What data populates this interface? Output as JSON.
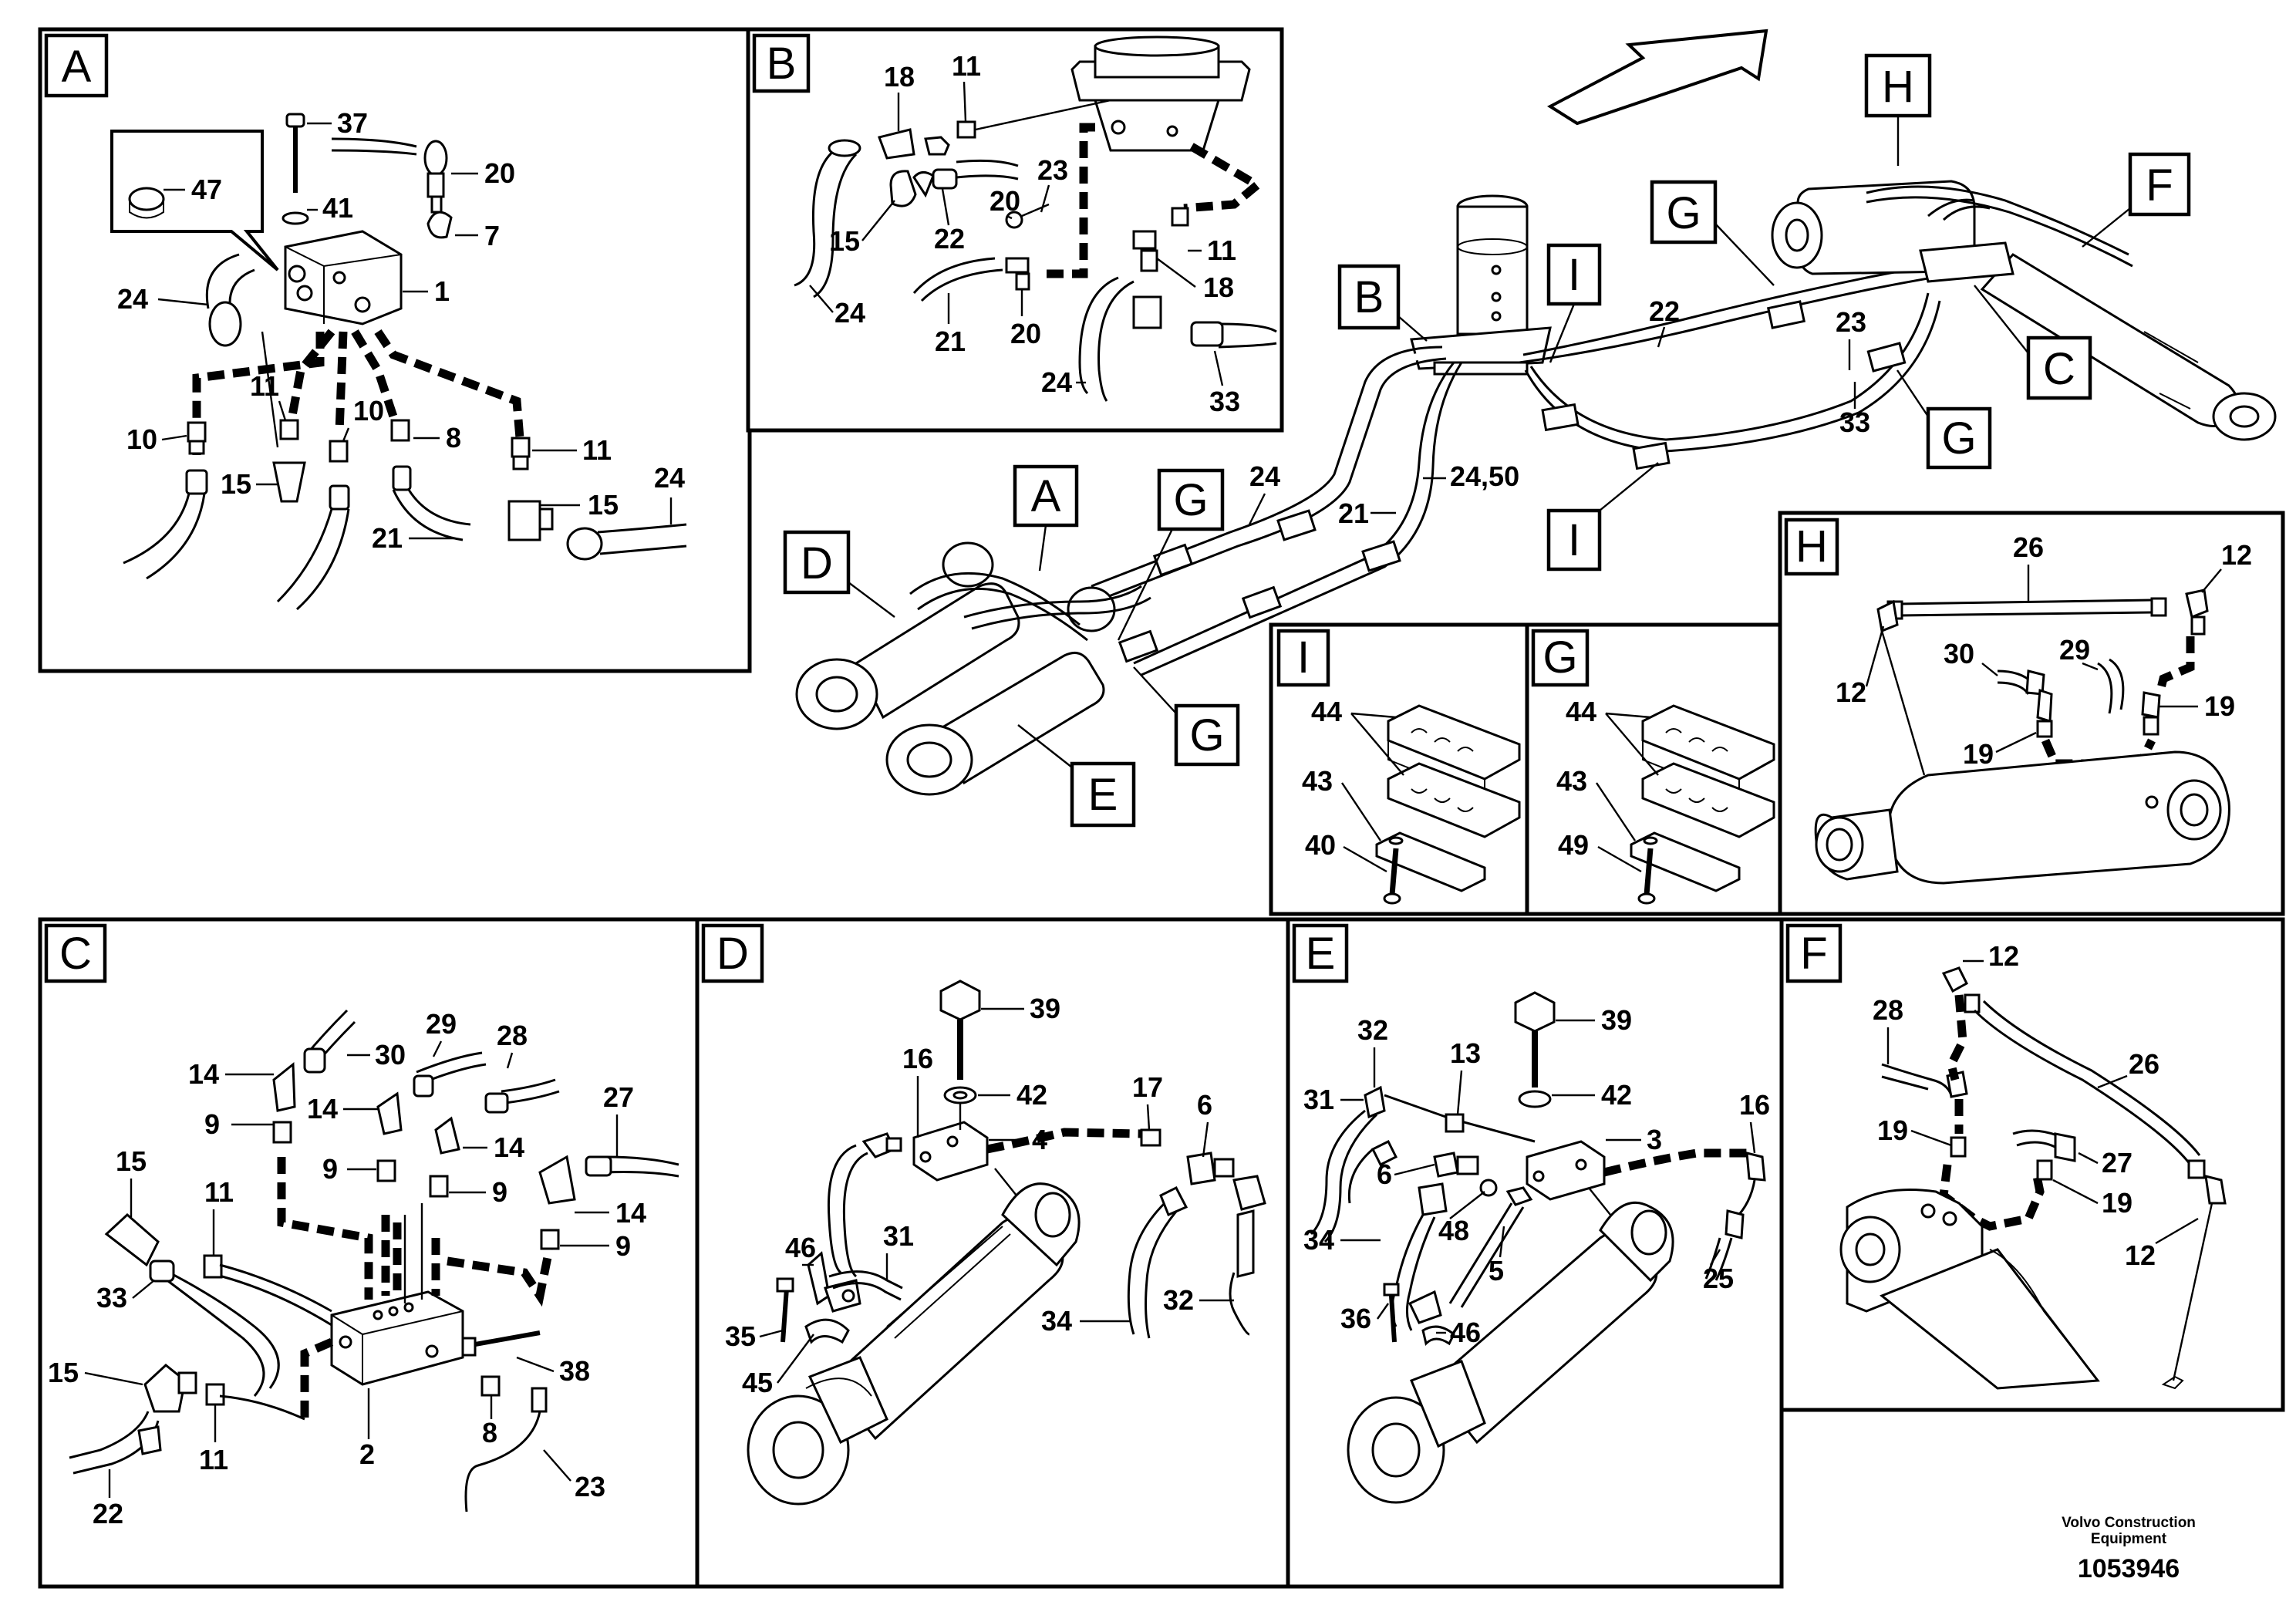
{
  "panels": {
    "A": {
      "label": "A",
      "parts": [
        "37",
        "20",
        "47",
        "41",
        "7",
        "1",
        "24",
        "11",
        "10",
        "10",
        "8",
        "11",
        "15",
        "15",
        "24",
        "21"
      ]
    },
    "B": {
      "label": "B",
      "parts": [
        "18",
        "11",
        "23",
        "20",
        "15",
        "22",
        "11",
        "18",
        "24",
        "21",
        "20",
        "24",
        "33"
      ]
    },
    "C": {
      "label": "C",
      "parts": [
        "30",
        "29",
        "28",
        "14",
        "14",
        "14",
        "27",
        "9",
        "9",
        "9",
        "14",
        "15",
        "11",
        "9",
        "33",
        "38",
        "15",
        "2",
        "8",
        "11",
        "22",
        "23"
      ]
    },
    "D": {
      "label": "D",
      "parts": [
        "39",
        "16",
        "42",
        "4",
        "17",
        "6",
        "31",
        "46",
        "35",
        "45",
        "34",
        "32"
      ]
    },
    "E": {
      "label": "E",
      "parts": [
        "32",
        "13",
        "39",
        "42",
        "3",
        "31",
        "16",
        "6",
        "48",
        "34",
        "5",
        "25",
        "36",
        "46"
      ]
    },
    "F": {
      "label": "F",
      "parts": [
        "12",
        "28",
        "26",
        "19",
        "27",
        "19",
        "12"
      ]
    },
    "H": {
      "label": "H",
      "parts": [
        "26",
        "12",
        "30",
        "29",
        "12",
        "19",
        "19"
      ]
    },
    "I": {
      "label": "I",
      "parts": [
        "44",
        "43",
        "40"
      ]
    },
    "G": {
      "label": "G",
      "parts": [
        "44",
        "43",
        "49"
      ]
    }
  },
  "overview": {
    "labels": [
      "H",
      "G",
      "F",
      "I",
      "B",
      "C",
      "22",
      "23",
      "33",
      "G",
      "I",
      "A",
      "G",
      "24",
      "21",
      "24,50",
      "D",
      "G",
      "E"
    ]
  },
  "footer": {
    "company_line1": "Volvo Construction",
    "company_line2": "Equipment",
    "drawing_number": "1053946"
  }
}
